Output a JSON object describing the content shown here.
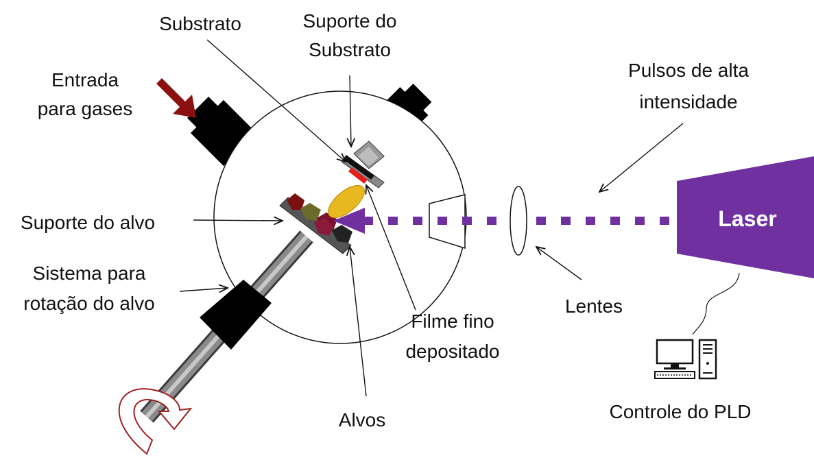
{
  "labels": {
    "substrato": "Substrato",
    "suporte_substrato_1": "Suporte do",
    "suporte_substrato_2": "Substrato",
    "entrada_gases_1": "Entrada",
    "entrada_gases_2": "para gases",
    "pulsos_1": "Pulsos de alta",
    "pulsos_2": "intensidade",
    "suporte_alvo": "Suporte do alvo",
    "sistema_rotacao_1": "Sistema para",
    "sistema_rotacao_2": "rotação do alvo",
    "filme_1": "Filme fino",
    "filme_2": "depositado",
    "lentes": "Lentes",
    "alvos": "Alvos",
    "laser": "Laser",
    "controle": "Controle do PLD"
  },
  "colors": {
    "laser": "#7030a0",
    "gas_arrow": "#8b1010",
    "plume": "#e8b820",
    "film": "#e0201a",
    "rotation_arrow": "#a02020"
  },
  "icons": [
    "computer-monitor-icon",
    "computer-tower-icon",
    "keyboard-icon"
  ]
}
